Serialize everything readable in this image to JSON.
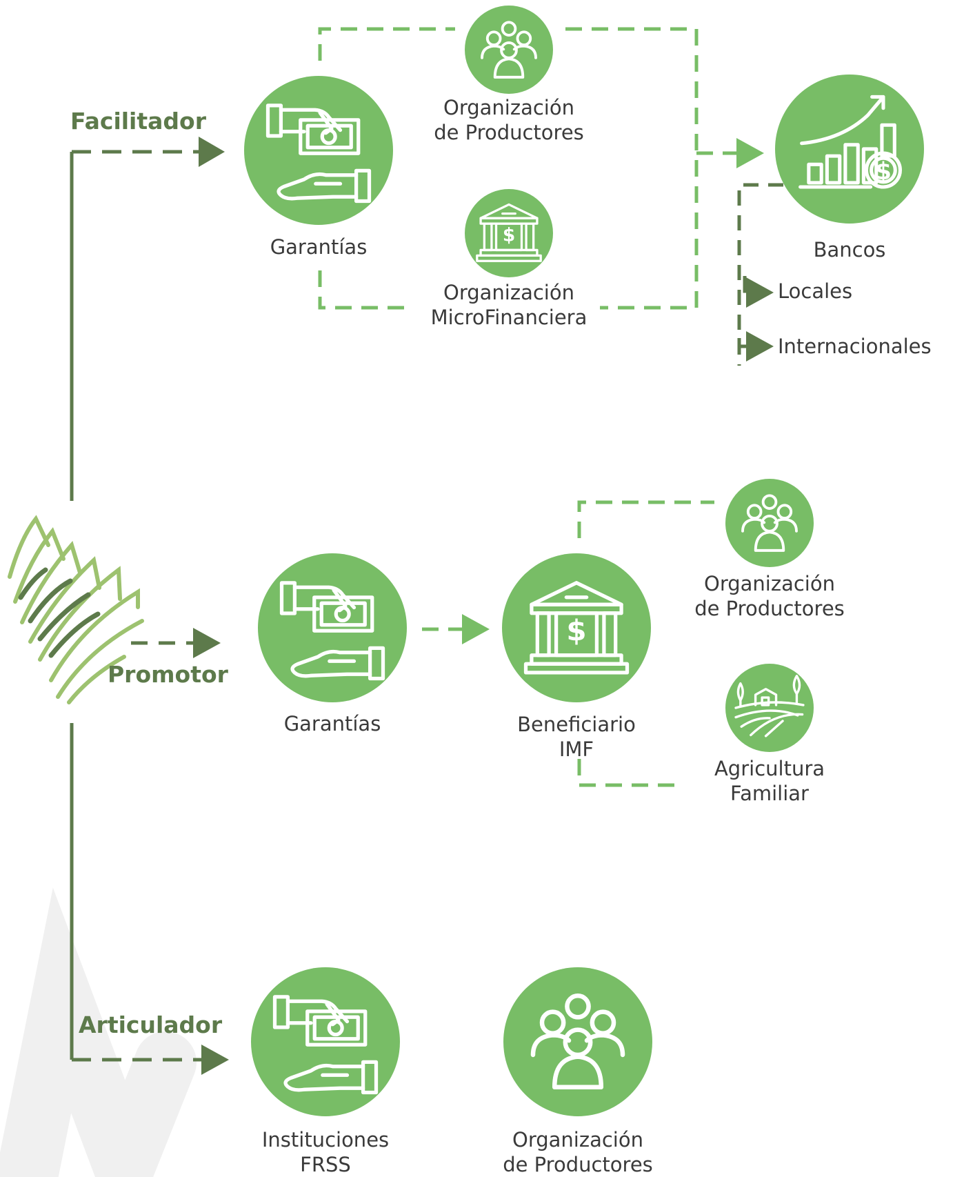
{
  "roles": {
    "facilitador": "Facilitador",
    "promotor": "Promotor",
    "articulador": "Articulador"
  },
  "facilitador": {
    "garantias": "Garantías",
    "org_productores": [
      "Organización",
      "de Productores"
    ],
    "org_microfinanciera": [
      "Organización",
      "MicroFinanciera"
    ],
    "bancos": "Bancos",
    "locales": "Locales",
    "internacionales": "Internacionales"
  },
  "promotor": {
    "garantias": "Garantías",
    "beneficiario": [
      "Beneficiario",
      "IMF"
    ],
    "org_productores": [
      "Organización",
      "de Productores"
    ],
    "agricultura": [
      "Agricultura",
      "Familiar"
    ]
  },
  "articulador": {
    "instituciones": [
      "Instituciones",
      "FRSS"
    ],
    "org_productores": [
      "Organización",
      "de Productores"
    ]
  },
  "colors": {
    "circle": "#78bd66",
    "dash": "#78bd66",
    "dark": "#5d7a4b"
  }
}
